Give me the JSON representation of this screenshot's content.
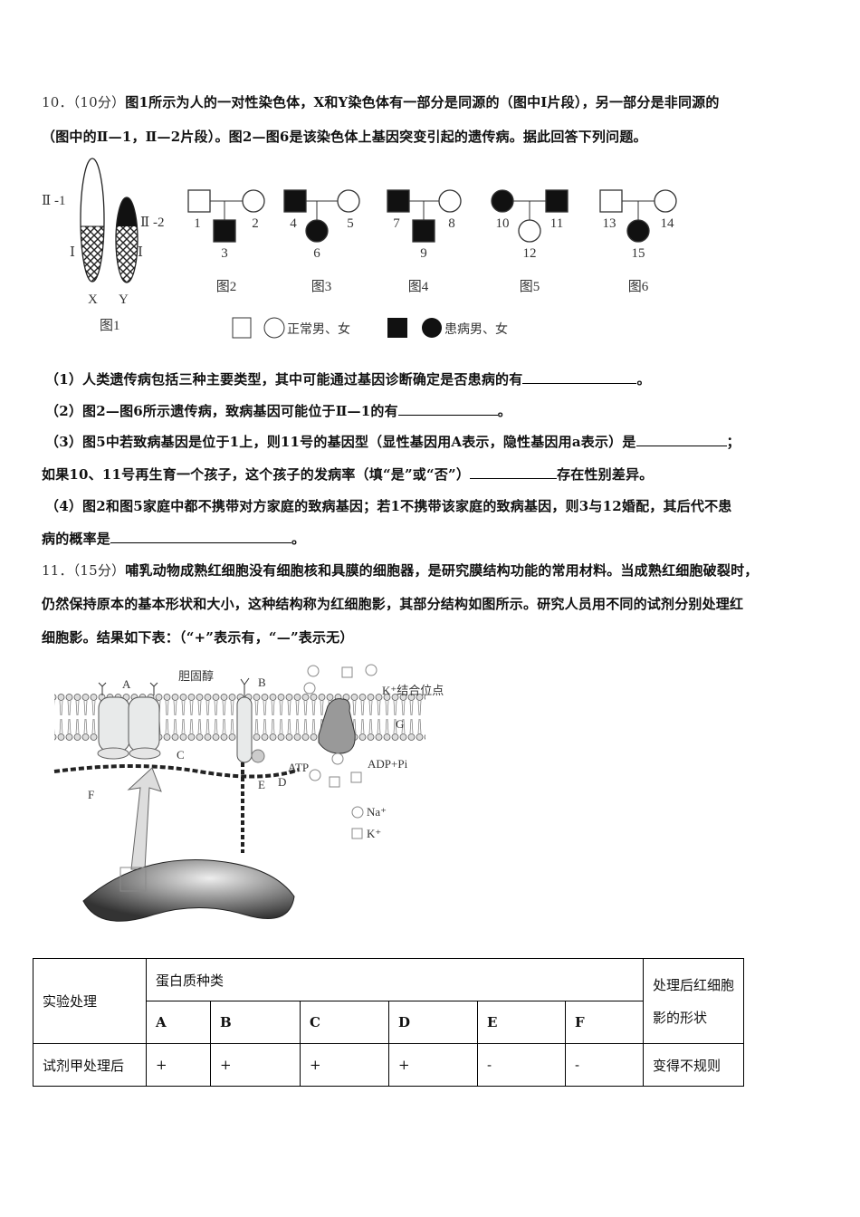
{
  "q10": {
    "number": "10．（10分）",
    "line1": "图1所示为人的一对性染色体，X和Y染色体有一部分是同源的（图中Ⅰ片段），另一部分是非同源的",
    "line2": "（图中的Ⅱ—1，Ⅱ—2片段）。图2—图6是该染色体上基因突变引起的遗传病。据此回答下列问题。",
    "figure": {
      "chromosome_labels": {
        "ii1": "Ⅱ -1",
        "ii2": "Ⅱ -2",
        "i_left": "Ⅰ",
        "i_right": "Ⅰ",
        "x": "X",
        "y": "Y",
        "caption": "图1"
      },
      "pedigrees": [
        {
          "caption": "图2",
          "father": "1",
          "mother": "2",
          "child": "3"
        },
        {
          "caption": "图3",
          "father": "4",
          "mother": "5",
          "child": "6"
        },
        {
          "caption": "图4",
          "father": "7",
          "mother": "8",
          "child": "9"
        },
        {
          "caption": "图5",
          "mother": "10",
          "father": "11",
          "child": "12"
        },
        {
          "caption": "图6",
          "father": "13",
          "mother": "14",
          "child": "15"
        }
      ],
      "legend": {
        "normal": "正常男、女",
        "affected": "患病男、女"
      }
    },
    "q1": "（1）人类遗传病包括三种主要类型，其中可能通过基因诊断确定是否患病的有",
    "q1_end": "。",
    "q2": "（2）图2—图6所示遗传病，致病基因可能位于Ⅱ—1的有",
    "q2_end": "。",
    "q3a": "（3）图5中若致病基因是位于1上，则11号的基因型（显性基因用A表示，隐性基因用a表示）是",
    "q3a_end": "；",
    "q3b": "如果10、11号再生育一个孩子，这个孩子的发病率（填“是”或“否”）",
    "q3b_end": "存在性别差异。",
    "q4a": "（4）图2和图5家庭中都不携带对方家庭的致病基因；若1不携带该家庭的致病基因，则3与12婚配，其后代不患",
    "q4b": "病的概率是",
    "q4b_end": "。"
  },
  "q11": {
    "number": "11．（15分）",
    "line1": "哺乳动物成熟红细胞没有细胞核和具膜的细胞器，是研究膜结构功能的常用材料。当成熟红细胞破裂时，",
    "line2": "仍然保持原本的基本形状和大小，这种结构称为红细胞影，其部分结构如图所示。研究人员用不同的试剂分别处理红",
    "line3": "细胞影。结果如下表：（“+”表示有，“—”表示无）",
    "figure": {
      "labels": {
        "a": "A",
        "b": "B",
        "c": "C",
        "d": "D",
        "e": "E",
        "f": "F",
        "g": "G",
        "cholesterol": "胆固醇",
        "k_site": "K⁺结合位点",
        "atp": "ATP",
        "adp": "ADP+Pi",
        "na": "Na⁺",
        "k": "K⁺"
      }
    },
    "table": {
      "col_treatment": "实验处理",
      "col_protein": "蛋白质种类",
      "col_shape": "处理后红细胞影的形状",
      "proteins": [
        "A",
        "B",
        "C",
        "D",
        "E",
        "F"
      ],
      "rows": [
        {
          "treatment": "试剂甲处理后",
          "values": [
            "+",
            "+",
            "+",
            "+",
            "-",
            "-"
          ],
          "shape": "变得不规则"
        }
      ]
    }
  }
}
